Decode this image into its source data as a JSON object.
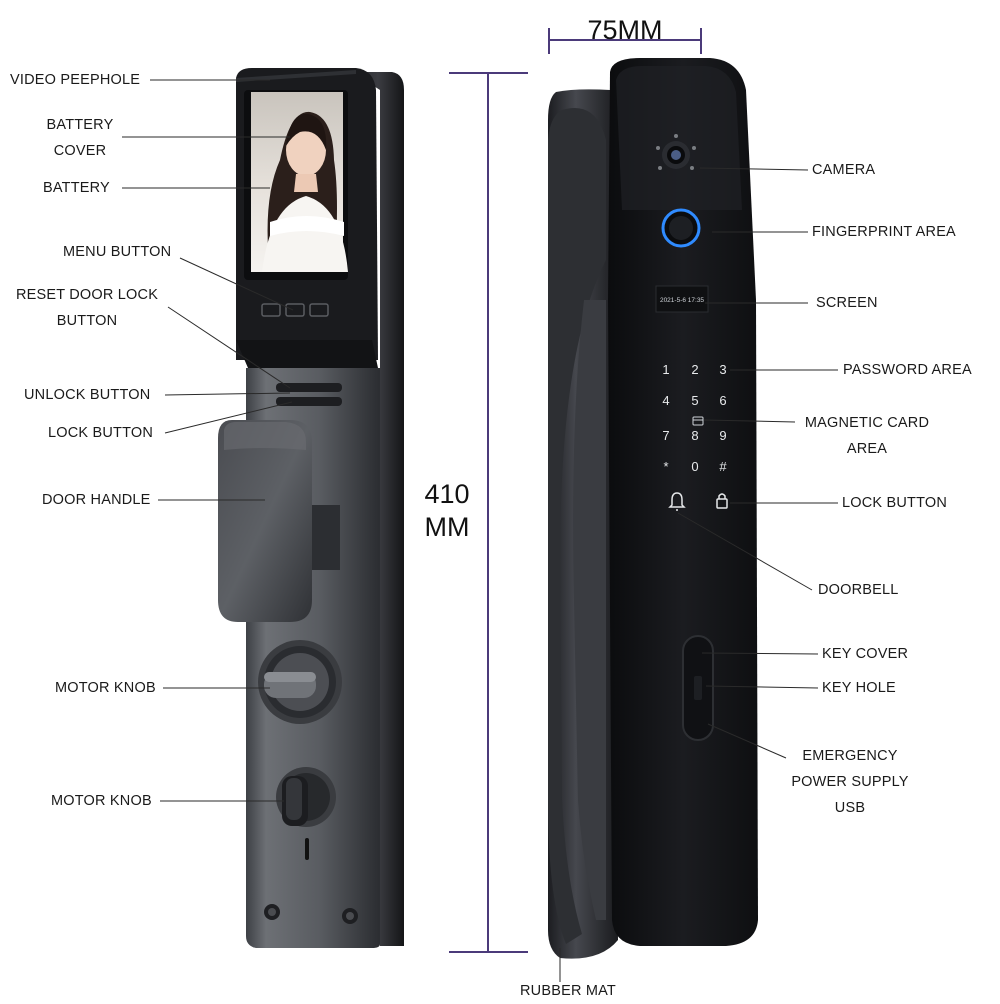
{
  "dimensions": {
    "width_label": "75MM",
    "height_line1": "410",
    "height_line2": "MM"
  },
  "left_labels": {
    "video_peephole": "VIDEO PEEPHOLE",
    "battery_cover_1": "BATTERY",
    "battery_cover_2": "COVER",
    "battery": "BATTERY",
    "menu_button": "MENU BUTTON",
    "reset_1": "RESET DOOR LOCK",
    "reset_2": "BUTTON",
    "unlock_button": "UNLOCK BUTTON",
    "lock_button": "LOCK BUTTON",
    "door_handle": "DOOR HANDLE",
    "motor_knob_1": "MOTOR KNOB",
    "motor_knob_2": "MOTOR KNOB"
  },
  "right_labels": {
    "camera": "CAMERA",
    "fingerprint_area": "FINGERPRINT AREA",
    "screen": "SCREEN",
    "password_area": "PASSWORD AREA",
    "magnetic_1": "MAGNETIC CARD",
    "magnetic_2": "AREA",
    "lock_button": "LOCK BUTTON",
    "doorbell": "DOORBELL",
    "key_cover": "KEY COVER",
    "key_hole": "KEY HOLE",
    "emergency_1": "EMERGENCY",
    "emergency_2": "POWER SUPPLY",
    "emergency_3": "USB",
    "rubber_mat": "RUBBER MAT"
  },
  "device": {
    "screen_time": "2021-5-6 17:35",
    "keypad": [
      "1",
      "2",
      "3",
      "4",
      "5",
      "6",
      "7",
      "8",
      "9",
      "*",
      "0",
      "#"
    ]
  },
  "colors": {
    "dimension_line": "#4b3a7a",
    "lock_body": "#17181b",
    "plate": "#5b5e63",
    "fingerprint_ring": "#2f8bff"
  }
}
